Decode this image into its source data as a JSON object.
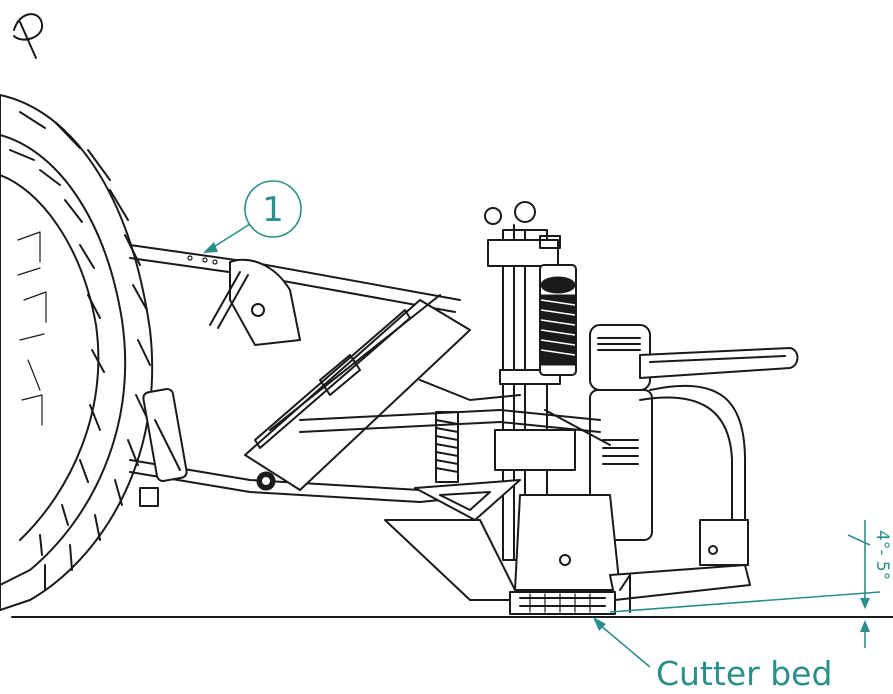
{
  "callouts": {
    "marker_number": "1",
    "cutter_bed_label": "Cutter bed",
    "angle_label": "4°- 5°"
  },
  "colors": {
    "callout": "#2a8f8a",
    "line": "#1a1a1a",
    "background": "#ffffff"
  }
}
